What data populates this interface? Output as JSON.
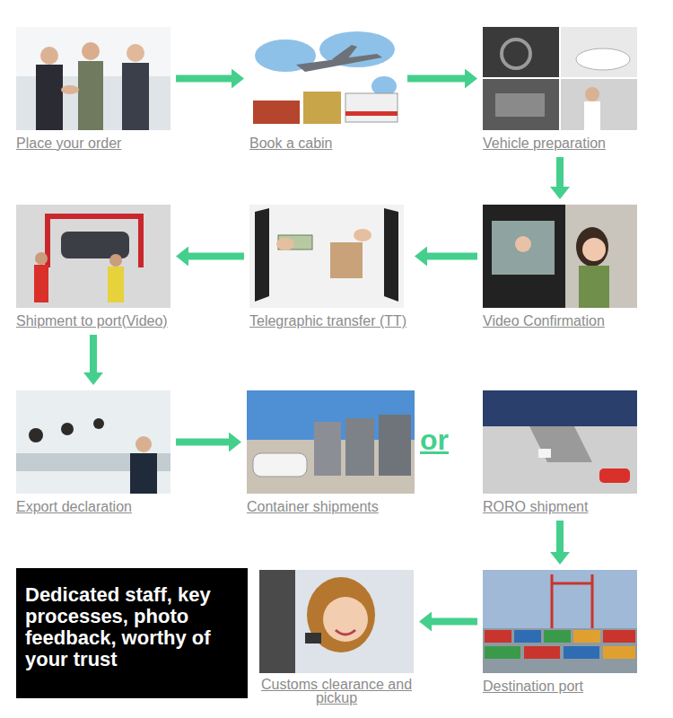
{
  "diagram": {
    "nodes": [
      {
        "text": [
          "Place your order"
        ]
      },
      {
        "text": [
          "Book a cabin"
        ]
      },
      {
        "text": [
          "Vehicle preparation"
        ]
      },
      {
        "text": [
          "Video Confirmation"
        ]
      },
      {
        "text": [
          "Telegraphic transfer (TT)"
        ]
      },
      {
        "text": [
          "Shipment to port(Video)"
        ]
      },
      {
        "text": [
          "Export declaration"
        ]
      },
      {
        "text": [
          "Container shipments"
        ]
      },
      {
        "text": [
          "RORO shipment"
        ]
      },
      {
        "text": [
          "Destination port"
        ]
      },
      {
        "text": [
          "Customs clearance and pickup"
        ]
      },
      {
        "text": [
          "Dedicated staff, key processes, photo feedback, worthy of your trust"
        ]
      }
    ],
    "edges": [
      {
        "from": 0,
        "to": 1,
        "arrow": "to"
      },
      {
        "from": 1,
        "to": 2,
        "arrow": "to"
      },
      {
        "from": 2,
        "to": 3,
        "arrow": "to"
      },
      {
        "from": 3,
        "to": 4,
        "arrow": "to"
      },
      {
        "from": 4,
        "to": 5,
        "arrow": "to"
      },
      {
        "from": 5,
        "to": 6,
        "arrow": "to"
      },
      {
        "from": 6,
        "to": 7,
        "arrow": "to"
      },
      {
        "from": 8,
        "to": 9,
        "arrow": "to"
      },
      {
        "from": 9,
        "to": 10,
        "arrow": "to"
      }
    ],
    "labels": [
      "or"
    ]
  }
}
